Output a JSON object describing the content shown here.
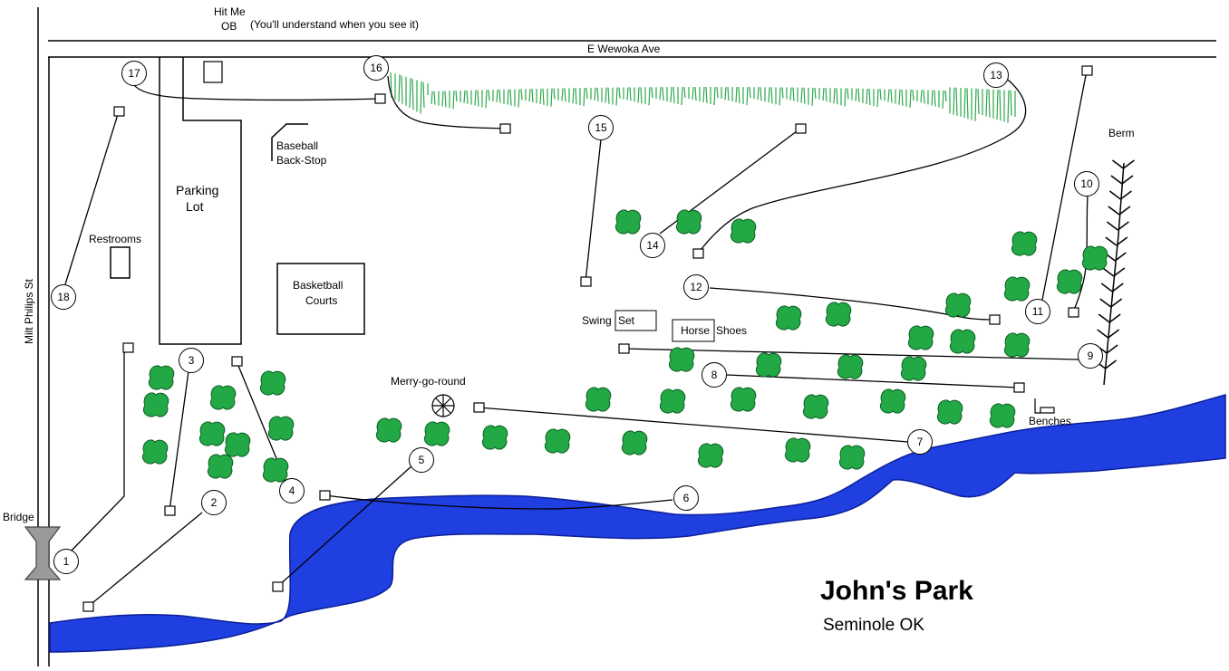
{
  "map": {
    "title": "John's Park",
    "subtitle": "Seminole OK",
    "colors": {
      "water": "#1f3fe0",
      "tree": "#22a845",
      "tree_outline": "#0b5f22",
      "grass": "#2ca84a",
      "line": "#000000"
    }
  },
  "streets": {
    "top": "E Wewoka Ave",
    "left": "Milt Philips St"
  },
  "labels": {
    "hit_me": "Hit Me",
    "ob": "OB",
    "ob_note": "(You'll understand when you see it)",
    "parking_line1": "Parking",
    "parking_line2": "Lot",
    "restrooms": "Restrooms",
    "backstop_line1": "Baseball",
    "backstop_line2": "Back-Stop",
    "basketball_line1": "Basketball",
    "basketball_line2": "Courts",
    "swing_a": "Swing",
    "swing_b": "Set",
    "horse_a": "Horse",
    "horse_b": "Shoes",
    "merry": "Merry-go-round",
    "benches": "Benches",
    "berm": "Berm",
    "bridge": "Bridge"
  },
  "holes": [
    {
      "number": "1"
    },
    {
      "number": "2"
    },
    {
      "number": "3"
    },
    {
      "number": "4"
    },
    {
      "number": "5"
    },
    {
      "number": "6"
    },
    {
      "number": "7"
    },
    {
      "number": "8"
    },
    {
      "number": "9"
    },
    {
      "number": "10"
    },
    {
      "number": "11"
    },
    {
      "number": "12"
    },
    {
      "number": "13"
    },
    {
      "number": "14"
    },
    {
      "number": "15"
    },
    {
      "number": "16"
    },
    {
      "number": "17"
    },
    {
      "number": "18"
    }
  ]
}
